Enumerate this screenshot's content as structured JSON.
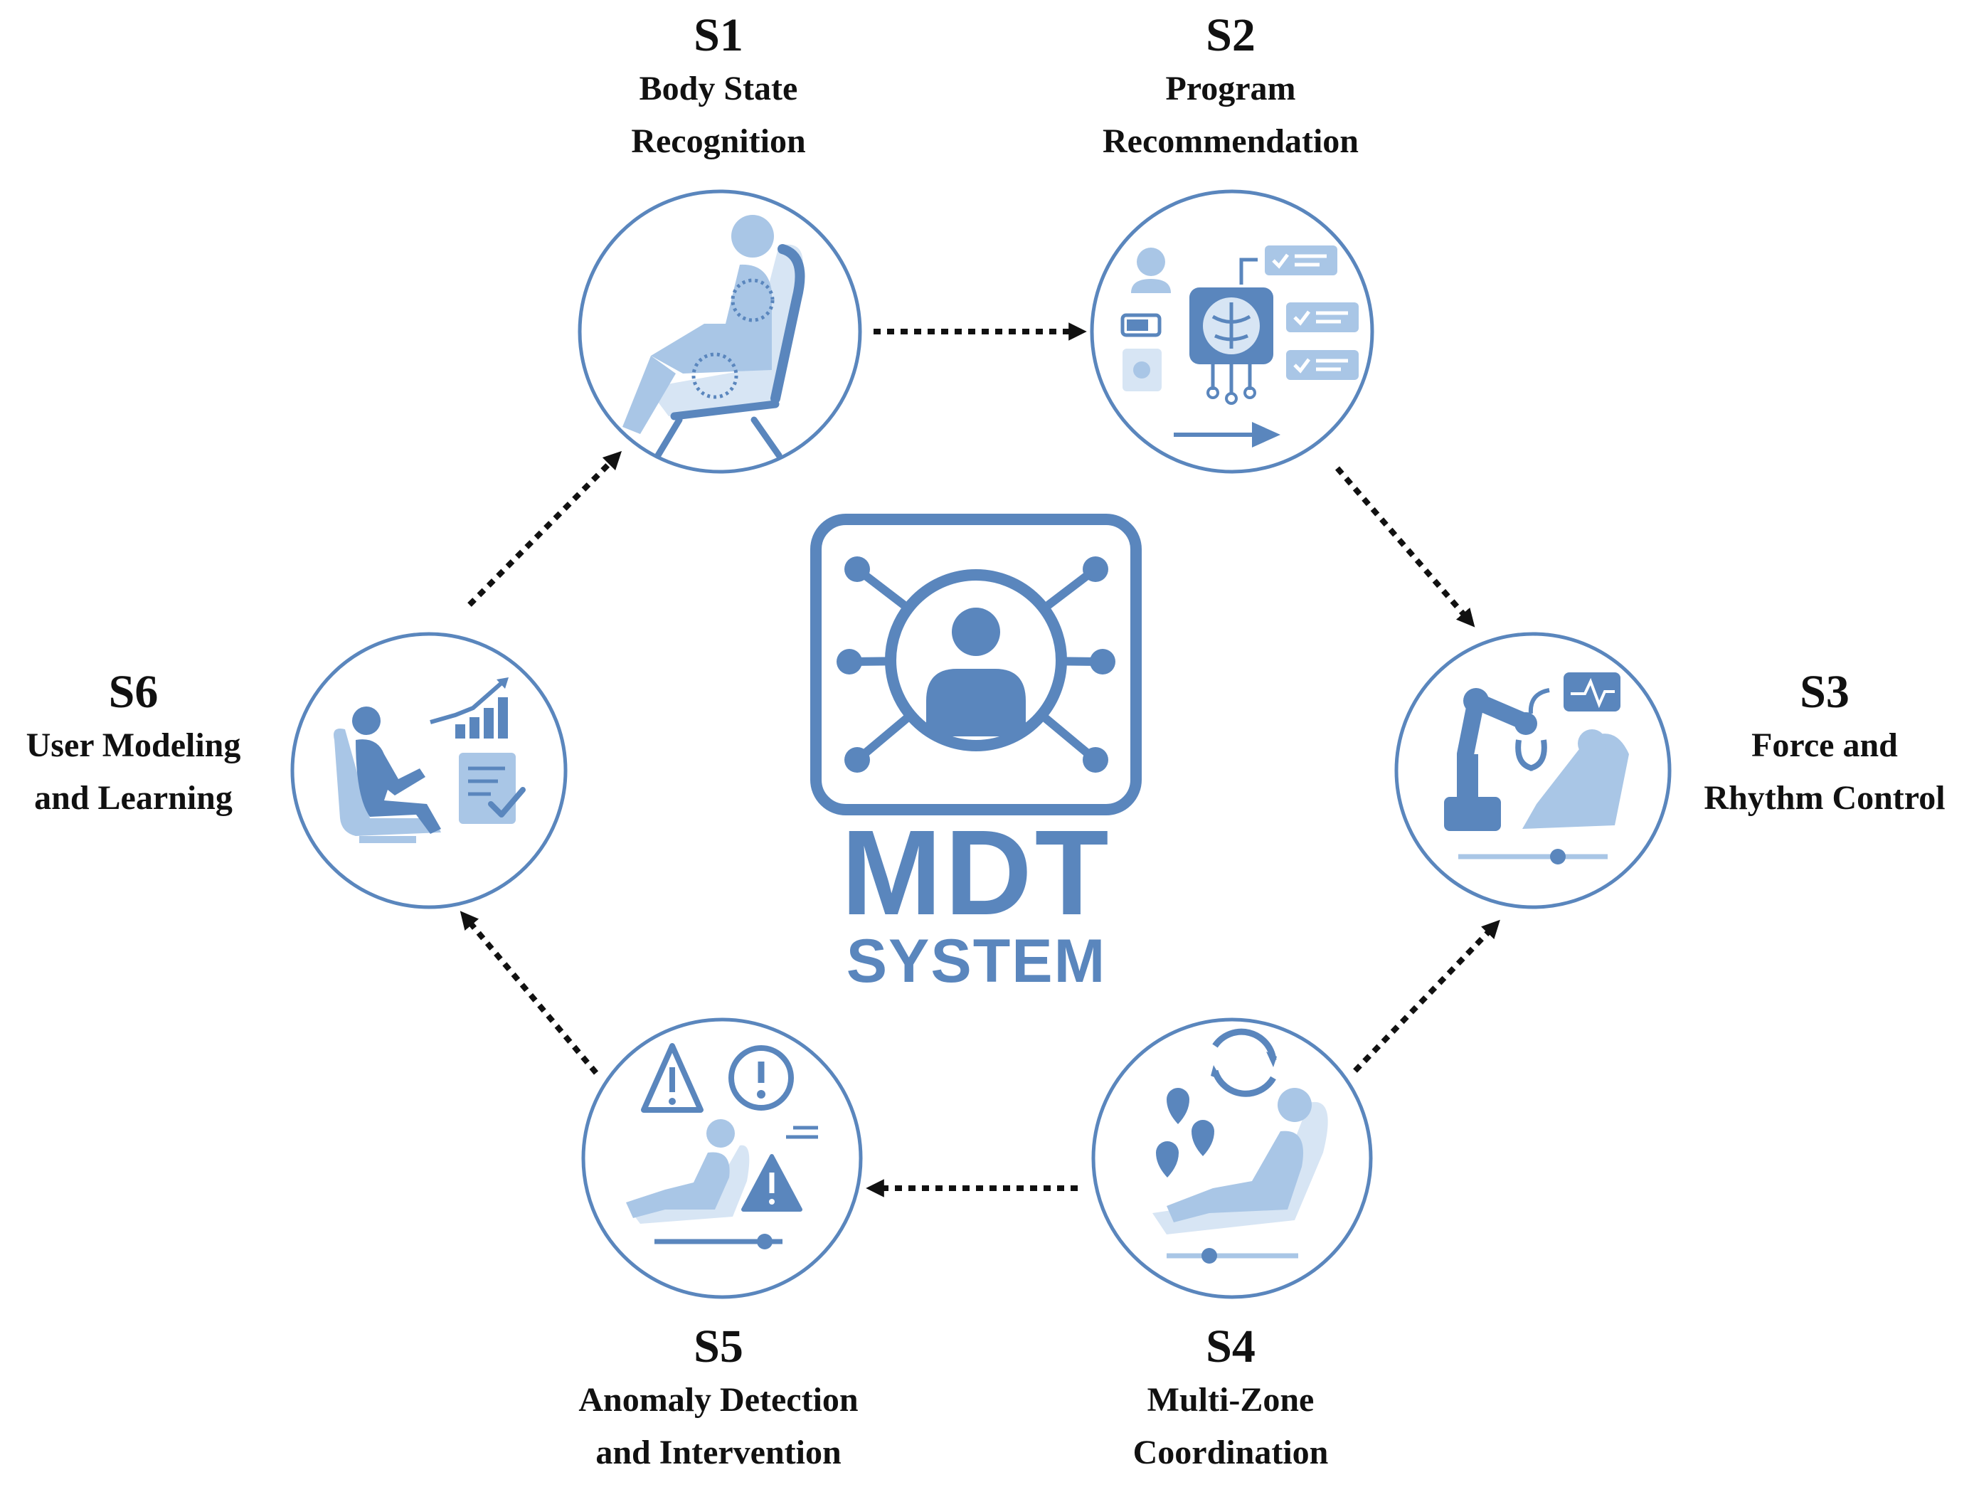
{
  "center": {
    "title": "MDT",
    "subtitle": "SYSTEM"
  },
  "colors": {
    "primary": "#5a86bd",
    "light": "#a9c6e6",
    "pale": "#d7e5f4",
    "arrow": "#111111"
  },
  "steps": [
    {
      "id": "S1",
      "line1": "Body State",
      "line2": "Recognition",
      "icon": "seated-body-sensing-icon"
    },
    {
      "id": "S2",
      "line1": "Program",
      "line2": "Recommendation",
      "icon": "ai-brain-recommendation-icon"
    },
    {
      "id": "S3",
      "line1": "Force and",
      "line2": "Rhythm Control",
      "icon": "robot-arm-control-icon"
    },
    {
      "id": "S4",
      "line1": "Multi-Zone",
      "line2": "Coordination",
      "icon": "multi-zone-chair-icon"
    },
    {
      "id": "S5",
      "line1": "Anomaly Detection",
      "line2": "and Intervention",
      "icon": "warning-chair-icon"
    },
    {
      "id": "S6",
      "line1": "User Modeling",
      "line2": "and Learning",
      "icon": "user-learning-chart-icon"
    }
  ],
  "flow": [
    "S1 → S2",
    "S2 → S3",
    "S4 → S3",
    "S4 → S5",
    "S5 → S6",
    "S6 → S1"
  ]
}
